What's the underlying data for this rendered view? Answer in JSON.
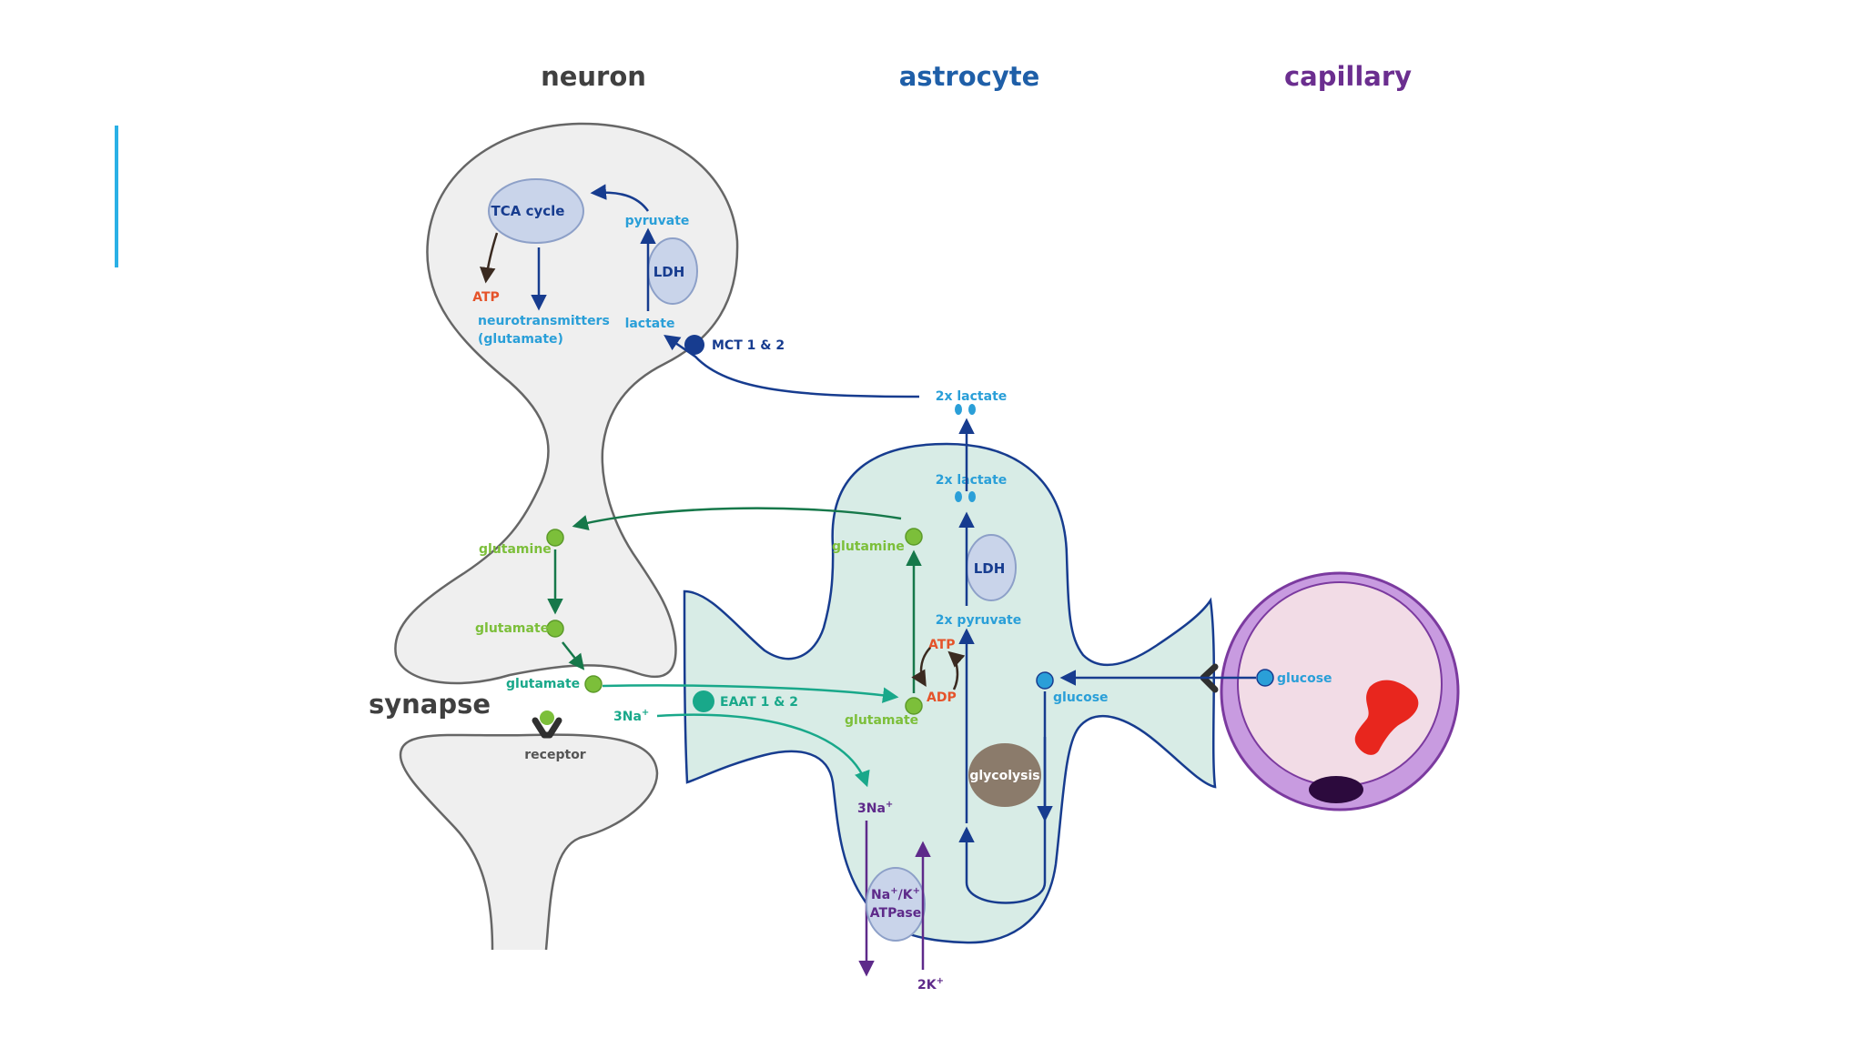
{
  "headers": {
    "neuron": "neuron",
    "astrocyte": "astrocyte",
    "capillary": "capillary"
  },
  "labels": {
    "tca_cycle": "TCA cycle",
    "atp_neuron": "ATP",
    "neurotransmitters": "neurotransmitters",
    "glutamate_paren": "(glutamate)",
    "pyruvate": "pyruvate",
    "ldh_neuron": "LDH",
    "lactate": "lactate",
    "mct": "MCT 1 & 2",
    "lactate_2x_out": "2x lactate",
    "lactate_2x_in": "2x lactate",
    "ldh_astro": "LDH",
    "pyruvate_2x": "2x pyruvate",
    "glutamine_neuron": "glutamine",
    "glutamate_neuron": "glutamate",
    "glutamate_synapse": "glutamate",
    "synapse": "synapse",
    "receptor": "receptor",
    "glutamine_astro": "glutamine",
    "eaat": "EAAT 1 & 2",
    "na3_in": "3Na",
    "na3_in_sup": "+",
    "glutamate_astro": "glutamate",
    "atp_astro": "ATP",
    "adp_astro": "ADP",
    "glucose_astro": "glucose",
    "glycolysis": "glycolysis",
    "na3_out": "3Na",
    "na3_out_sup": "+",
    "atpase_line1": "Na",
    "atpase_sup1": "+",
    "atpase_slash": "/K",
    "atpase_sup2": "+",
    "atpase_line2": "ATPase",
    "k2": "2K",
    "k2_sup": "+",
    "glucose_cap": "glucose"
  },
  "colors": {
    "neuron_header": "#404040",
    "astrocyte_header": "#1f5fa8",
    "capillary_header": "#6b2e8f",
    "accent": "#2ab0e6",
    "dark_blue": "#173c8f",
    "light_blue_text": "#2a9fd8",
    "green_text": "#7cbf3a",
    "green_arrow": "#16784a",
    "teal": "#19a88a",
    "orange": "#e5532a",
    "purple": "#5e2a8a",
    "cell_gray": "#efefef",
    "astro_fill": "#d8ece6",
    "oval_fill": "#c9d4ea"
  }
}
